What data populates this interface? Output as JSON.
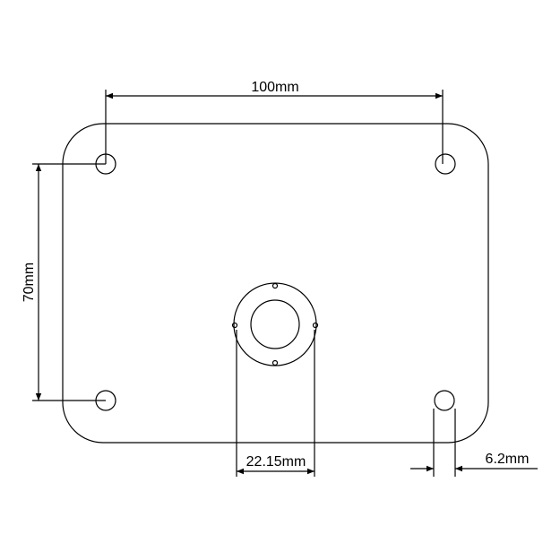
{
  "drawing": {
    "dimensions": {
      "hole_spacing_horizontal": "100mm",
      "hole_spacing_vertical": "70mm",
      "boss_width": "22.15mm",
      "hole_diameter": "6.2mm"
    },
    "line_color": "#000000",
    "background": "#ffffff"
  }
}
